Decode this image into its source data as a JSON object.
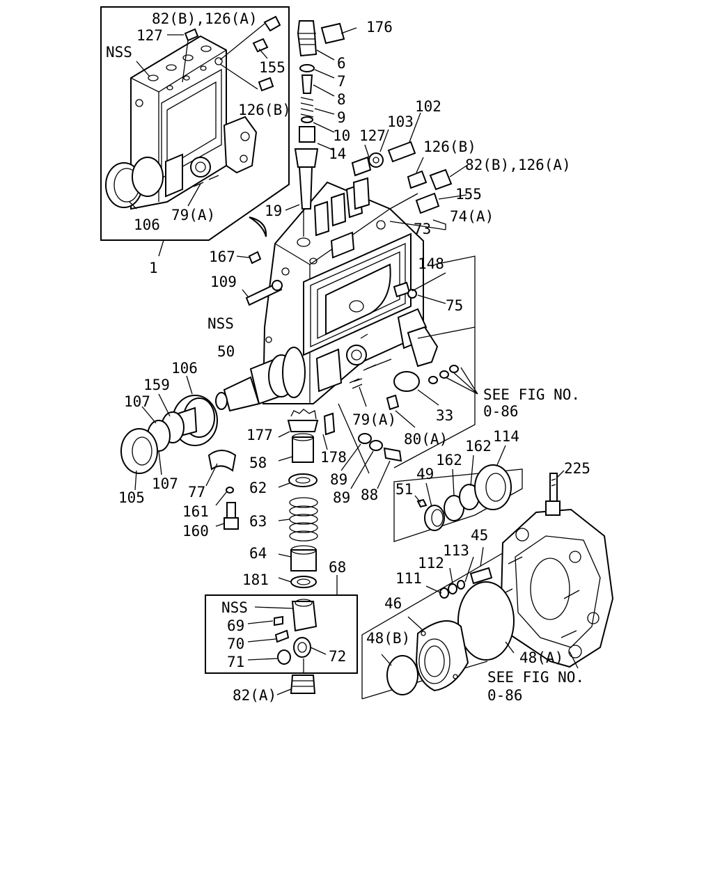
{
  "diagram": {
    "labels": [
      {
        "id": "l-82b-126a-top",
        "text": "82(B),126(A)"
      },
      {
        "id": "l-127-top",
        "text": "127"
      },
      {
        "id": "l-nss-top",
        "text": "NSS"
      },
      {
        "id": "l-155-top",
        "text": "155"
      },
      {
        "id": "l-126b-top",
        "text": "126(B)"
      },
      {
        "id": "l-106-top",
        "text": "106"
      },
      {
        "id": "l-79a-top",
        "text": "79(A)"
      },
      {
        "id": "l-1",
        "text": "1"
      },
      {
        "id": "l-176",
        "text": "176"
      },
      {
        "id": "l-6",
        "text": "6"
      },
      {
        "id": "l-7",
        "text": "7"
      },
      {
        "id": "l-8",
        "text": "8"
      },
      {
        "id": "l-9",
        "text": "9"
      },
      {
        "id": "l-10",
        "text": "10"
      },
      {
        "id": "l-14",
        "text": "14"
      },
      {
        "id": "l-19",
        "text": "19"
      },
      {
        "id": "l-102",
        "text": "102"
      },
      {
        "id": "l-103",
        "text": "103"
      },
      {
        "id": "l-127",
        "text": "127"
      },
      {
        "id": "l-126b",
        "text": "126(B)"
      },
      {
        "id": "l-82b-126a",
        "text": "82(B),126(A)"
      },
      {
        "id": "l-155",
        "text": "155"
      },
      {
        "id": "l-74a",
        "text": "74(A)"
      },
      {
        "id": "l-73",
        "text": "73"
      },
      {
        "id": "l-167",
        "text": "167"
      },
      {
        "id": "l-148",
        "text": "148"
      },
      {
        "id": "l-109",
        "text": "109"
      },
      {
        "id": "l-75",
        "text": "75"
      },
      {
        "id": "l-nss-mid",
        "text": "NSS"
      },
      {
        "id": "l-50",
        "text": "50"
      },
      {
        "id": "l-106",
        "text": "106"
      },
      {
        "id": "l-159",
        "text": "159"
      },
      {
        "id": "l-107-a",
        "text": "107"
      },
      {
        "id": "l-see-fig-1",
        "text": "SEE FIG NO."
      },
      {
        "id": "l-0-86-1",
        "text": "0-86"
      },
      {
        "id": "l-33",
        "text": "33"
      },
      {
        "id": "l-79a",
        "text": "79(A)"
      },
      {
        "id": "l-80a",
        "text": "80(A)"
      },
      {
        "id": "l-177",
        "text": "177"
      },
      {
        "id": "l-178",
        "text": "178"
      },
      {
        "id": "l-58",
        "text": "58"
      },
      {
        "id": "l-105",
        "text": "105"
      },
      {
        "id": "l-107-b",
        "text": "107"
      },
      {
        "id": "l-77",
        "text": "77"
      },
      {
        "id": "l-161",
        "text": "161"
      },
      {
        "id": "l-160",
        "text": "160"
      },
      {
        "id": "l-62",
        "text": "62"
      },
      {
        "id": "l-63",
        "text": "63"
      },
      {
        "id": "l-89-a",
        "text": "89"
      },
      {
        "id": "l-89-b",
        "text": "89"
      },
      {
        "id": "l-88",
        "text": "88"
      },
      {
        "id": "l-114",
        "text": "114"
      },
      {
        "id": "l-162-a",
        "text": "162"
      },
      {
        "id": "l-162-b",
        "text": "162"
      },
      {
        "id": "l-49",
        "text": "49"
      },
      {
        "id": "l-51",
        "text": "51"
      },
      {
        "id": "l-225",
        "text": "225"
      },
      {
        "id": "l-64",
        "text": "64"
      },
      {
        "id": "l-181",
        "text": "181"
      },
      {
        "id": "l-68",
        "text": "68"
      },
      {
        "id": "l-45",
        "text": "45"
      },
      {
        "id": "l-113",
        "text": "113"
      },
      {
        "id": "l-112",
        "text": "112"
      },
      {
        "id": "l-111",
        "text": "111"
      },
      {
        "id": "l-nss-bot",
        "text": "NSS"
      },
      {
        "id": "l-69",
        "text": "69"
      },
      {
        "id": "l-70",
        "text": "70"
      },
      {
        "id": "l-71",
        "text": "71"
      },
      {
        "id": "l-72",
        "text": "72"
      },
      {
        "id": "l-46",
        "text": "46"
      },
      {
        "id": "l-48b",
        "text": "48(B)"
      },
      {
        "id": "l-48a",
        "text": "48(A)"
      },
      {
        "id": "l-see-fig-2",
        "text": "SEE FIG NO."
      },
      {
        "id": "l-0-86-2",
        "text": "0-86"
      },
      {
        "id": "l-82a",
        "text": "82(A)"
      }
    ]
  }
}
